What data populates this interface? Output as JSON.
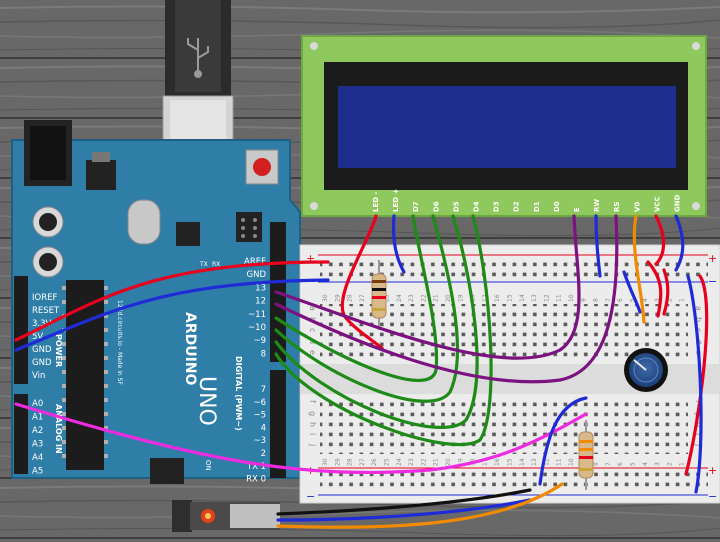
{
  "arduino": {
    "brand": "ARDUINO",
    "model": "UNO",
    "on_label": "ON",
    "power_label": "POWER",
    "analog_label": "ANALOG IN",
    "digital_label": "DIGITAL (PWM~)",
    "credit": "123d.circuits.io - Made in SF",
    "left_pins": [
      "IOREF",
      "RESET",
      "3.3V",
      "5V",
      "GND",
      "GND",
      "Vin"
    ],
    "analog_pins": [
      "A0",
      "A1",
      "A2",
      "A3",
      "A4",
      "A5"
    ],
    "top_right_pins": [
      "AREF",
      "GND",
      "13",
      "12",
      "~11",
      "~10",
      "~9",
      "8"
    ],
    "bottom_right_pins": [
      "7",
      "~6",
      "~5",
      "4",
      "~3",
      "2",
      "TX 1",
      "RX 0"
    ],
    "tx_label": "TX",
    "rx_label": "RX"
  },
  "lcd": {
    "pins": [
      "LED -",
      "LED +",
      "D7",
      "D6",
      "D5",
      "D4",
      "D3",
      "D2",
      "D1",
      "D0",
      "E",
      "RW",
      "RS",
      "V0",
      "VCC",
      "GND"
    ]
  },
  "breadboard": {
    "top_numbers": [
      "30",
      "29",
      "28",
      "27",
      "26",
      "25",
      "24",
      "23",
      "22",
      "21",
      "20",
      "19",
      "18",
      "17",
      "16",
      "15",
      "14",
      "13",
      "12",
      "11",
      "10",
      "9",
      "8",
      "7",
      "6",
      "5",
      "4",
      "3",
      "2",
      "1"
    ],
    "row_letters_top": [
      "a",
      "b",
      "c",
      "d",
      "e"
    ],
    "row_letters_bottom": [
      "f",
      "g",
      "h",
      "i",
      "j"
    ],
    "plus": "+",
    "minus": "−"
  },
  "colors": {
    "wood": "#6b6b6b",
    "arduino_blue": "#2e7ea8",
    "lcd_green": "#8fc85c",
    "lcd_screen": "#1e2e8c",
    "wire_red": "#e8001c",
    "wire_blue": "#1f2bd6",
    "wire_green": "#1e8a17",
    "wire_purple": "#7c1280",
    "wire_orange": "#f28a00",
    "wire_magenta": "#ee2be0",
    "wire_black": "#111111"
  }
}
